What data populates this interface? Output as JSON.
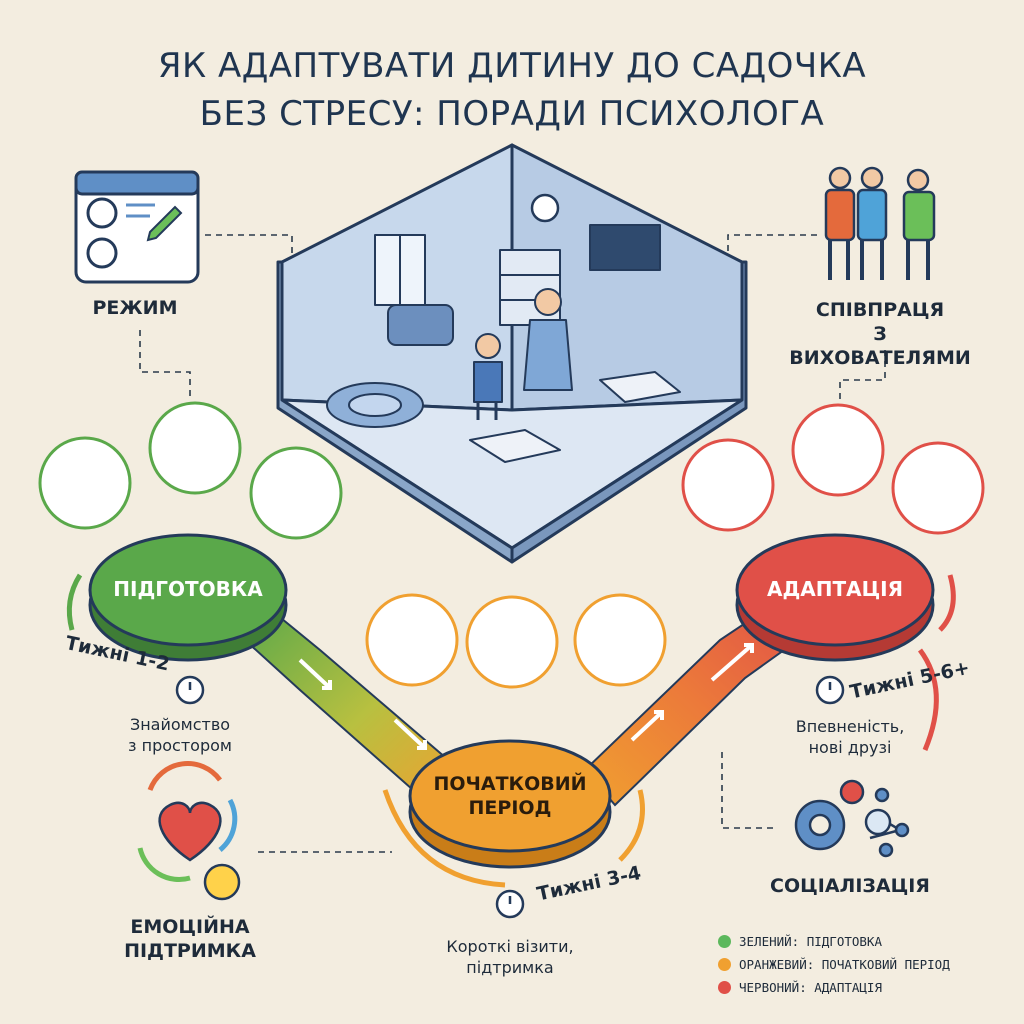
{
  "title": {
    "line1": "ЯК АДАПТУВАТИ ДИТИНУ ДО САДОЧКА",
    "line2": "БЕЗ СТРЕСУ: ПОРАДИ ПСИХОЛОГА"
  },
  "corners": {
    "regime": "РЕЖИМ",
    "cooperation_line1": "СПІВПРАЦЯ",
    "cooperation_line2": "З ВИХОВАТЕЛЯМИ",
    "emotional_line1": "ЕМОЦІЙНА",
    "emotional_line2": "ПІДТРИМКА",
    "socialization": "СОЦІАЛІЗАЦІЯ"
  },
  "stages": [
    {
      "name": "ПІДГОТОВКА",
      "weeks": "Тижні 1-2",
      "desc_line1": "Знайомство",
      "desc_line2": "з простором",
      "color": "#5aa84a"
    },
    {
      "name_line1": "ПОЧАТКОВИЙ",
      "name_line2": "ПЕРІОД",
      "weeks": "Тижні 3-4",
      "desc_line1": "Короткі візити,",
      "desc_line2": "підтримка",
      "color": "#f0a030"
    },
    {
      "name": "АДАПТАЦІЯ",
      "weeks": "Тижні 5-6+",
      "desc_line1": "Впевненість,",
      "desc_line2": "нові друзі",
      "color": "#e05048"
    }
  ],
  "legend": [
    {
      "text": "ЗЕЛЕНИЙ: ПІДГОТОВКА",
      "color": "#5cb85c"
    },
    {
      "text": "ОРАНЖЕВИЙ: ПОЧАТКОВИЙ ПЕРІОД",
      "color": "#f0a030"
    },
    {
      "text": "ЧЕРВОНИЙ: АДАПТАЦІЯ",
      "color": "#e05048"
    }
  ]
}
